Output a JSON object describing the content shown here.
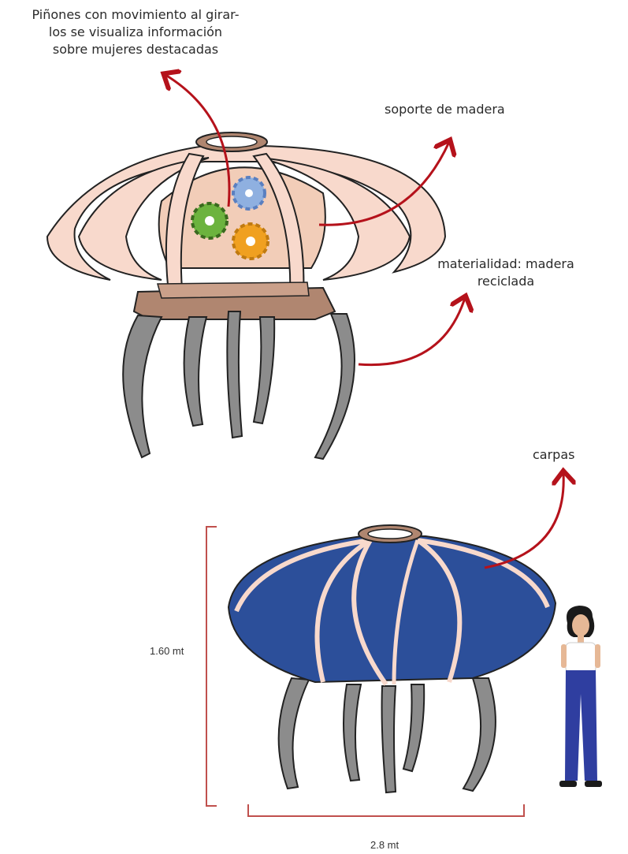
{
  "annotations": {
    "gears_line1": "Piñones con movimiento al girar-",
    "gears_line2": "los se visualiza información",
    "gears_line3": "sobre mujeres destacadas",
    "wood_support": "soporte de madera",
    "material_line1": "materialidad: madera",
    "material_line2": "reciclada",
    "tents": "carpas"
  },
  "dimensions": {
    "height": "1.60 mt",
    "width": "2.8 mt"
  },
  "colors": {
    "arrow": "#b5121b",
    "wood": "#f8d9cc",
    "wood_dark": "#8a5a44",
    "leg": "#8c8c8c",
    "canopy": "#2c4f9a",
    "gear_green": "#6cb33e",
    "gear_blue": "#8fb0e0",
    "gear_orange": "#f0a020",
    "dimension_line": "#c0504d"
  }
}
